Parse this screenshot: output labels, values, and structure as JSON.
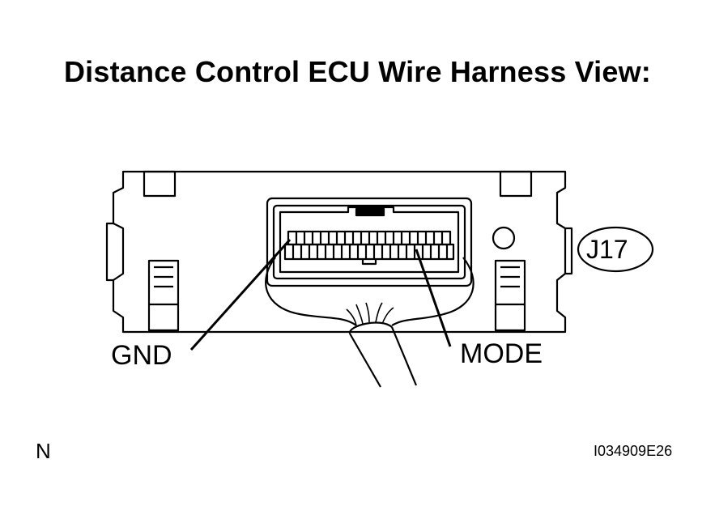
{
  "title": "Distance Control ECU Wire Harness View:",
  "connector_id": "J17",
  "pins": {
    "gnd_label": "GND",
    "mode_label": "MODE"
  },
  "orientation_mark": "N",
  "figure_id": "I034909E26"
}
